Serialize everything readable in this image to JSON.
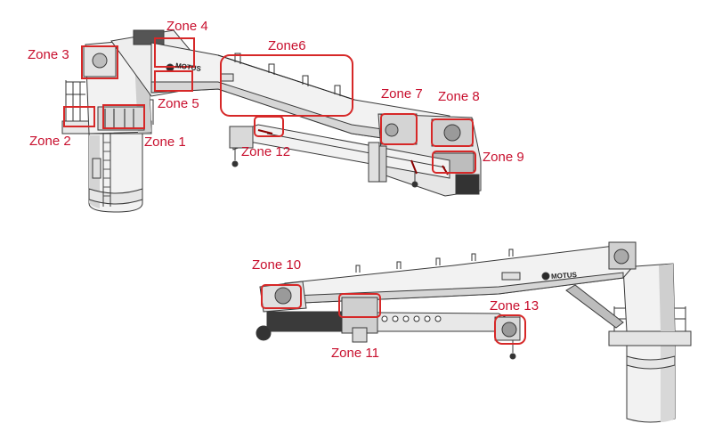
{
  "colors": {
    "zone_outline": "#d62828",
    "zone_label": "#c8102e",
    "crane_body": "#f2f2f2",
    "crane_shadow": "#c9c9c9",
    "crane_line": "#3a3a3a",
    "crane_dark": "#2a2a2a"
  },
  "top_crane": {
    "logo": "MOTUS"
  },
  "bottom_crane": {
    "logo": "MOTUS"
  },
  "zones": [
    {
      "id": "zone-1",
      "label": "Zone 1"
    },
    {
      "id": "zone-2",
      "label": "Zone 2"
    },
    {
      "id": "zone-3",
      "label": "Zone 3"
    },
    {
      "id": "zone-4",
      "label": "Zone 4"
    },
    {
      "id": "zone-5",
      "label": "Zone 5"
    },
    {
      "id": "zone-6",
      "label": "Zone6"
    },
    {
      "id": "zone-7",
      "label": "Zone 7"
    },
    {
      "id": "zone-8",
      "label": "Zone 8"
    },
    {
      "id": "zone-9",
      "label": "Zone 9"
    },
    {
      "id": "zone-10",
      "label": "Zone 10"
    },
    {
      "id": "zone-11",
      "label": "Zone 11"
    },
    {
      "id": "zone-12",
      "label": "Zone 12"
    },
    {
      "id": "zone-13",
      "label": "Zone 13"
    }
  ]
}
